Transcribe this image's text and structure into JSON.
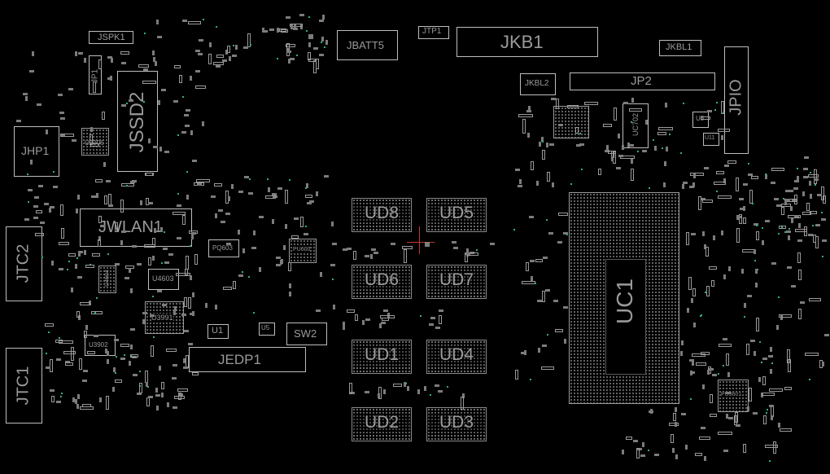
{
  "board": {
    "components": {
      "jspk1": "JSPK1",
      "jp1": "JP1",
      "jssd2": "JSSD2",
      "jhp1": "JHP1",
      "u3906": "U3906",
      "jwlan1": "JWLAN1",
      "jtc2": "JTC2",
      "jtc1": "JTC1",
      "u4604": "U4604",
      "u4603": "U4603",
      "u3991": "U3991",
      "u3902": "U3902",
      "pq603": "PQ603",
      "pu600": "PU600",
      "u1": "U1",
      "u5": "U5",
      "sw2": "SW2",
      "jedp1": "JEDP1",
      "jbatt5": "JBATT5",
      "jtp1": "JTP1",
      "jkb1": "JKB1",
      "jkbl1": "JKBL1",
      "jkbl2": "JKBL2",
      "jp2": "JP2",
      "jpio": "JPIO",
      "uc702": "UC702",
      "uc1": "UC1",
      "pu3601": "PU3601",
      "u8": "U8",
      "u11": "U11"
    },
    "memory": [
      "UD8",
      "UD5",
      "UD6",
      "UD7",
      "UD1",
      "UD4",
      "UD2",
      "UD3"
    ]
  }
}
